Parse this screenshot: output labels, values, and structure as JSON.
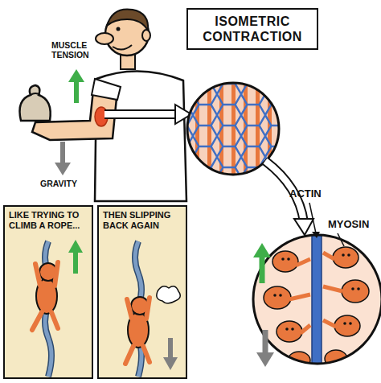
{
  "diagram": {
    "title": "ISOMETRIC CONTRACTION",
    "nodes": [
      {
        "text": [
          "LIKE TRYING TO CLIMB A ROPE..."
        ]
      },
      {
        "text": [
          "THEN SLIPPING BACK AGAIN"
        ]
      }
    ],
    "labels": [
      "MUSCLE TENSION",
      "GRAVITY",
      "ACTIN",
      "MYOSIN"
    ]
  }
}
